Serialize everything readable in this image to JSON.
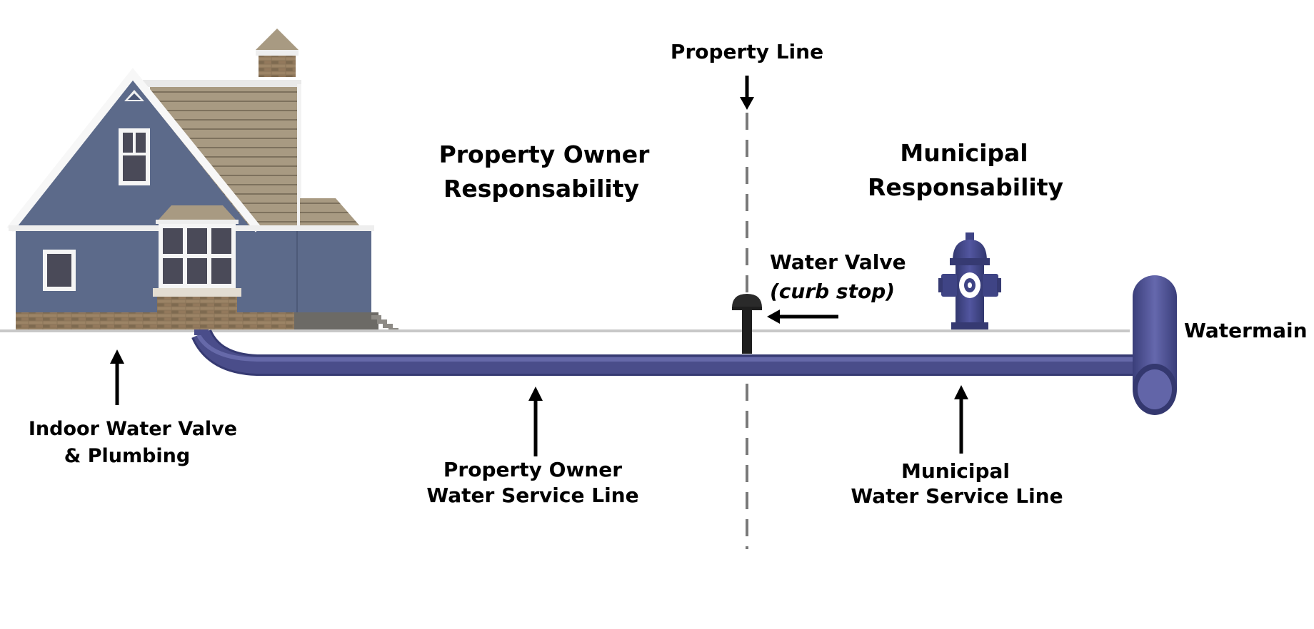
{
  "labels": {
    "property_line": "Property Line",
    "owner_resp_line1": "Property Owner",
    "owner_resp_line2": "Responsability",
    "municipal_resp_line1": "Municipal",
    "municipal_resp_line2": "Responsability",
    "water_valve_line1": "Water Valve",
    "water_valve_line2": "(curb stop)",
    "watermain": "Watermain",
    "indoor_valve_line1": "Indoor Water Valve",
    "indoor_valve_line2": "& Plumbing",
    "owner_service_line1": "Property Owner",
    "owner_service_line2": "Water Service Line",
    "municipal_service_line1": "Municipal",
    "municipal_service_line2": "Water Service Line"
  },
  "colors": {
    "pipe": "#4a4d8a",
    "pipe_dark": "#363a72",
    "pipe_light": "#6d70b0",
    "house_wall": "#5c6a8a",
    "house_roof": "#a89a82",
    "house_trim": "#ffffff",
    "brick": "#8a7458",
    "hydrant": "#3f4485",
    "ground_line": "#c8c8c8",
    "property_line": "#7a7a7a",
    "arrow": "#000000",
    "valve": "#2a2a2a"
  },
  "icons": {
    "house": "house-illustration",
    "hydrant": "fire-hydrant-icon",
    "valve": "curb-stop-valve-icon",
    "watermain": "watermain-pipe-icon"
  }
}
